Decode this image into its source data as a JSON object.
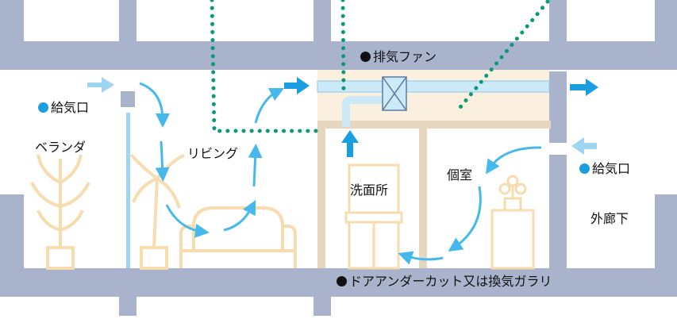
{
  "labels": {
    "exhaust_fan": "排気ファン",
    "supply_left": "給気口",
    "supply_right": "給気口",
    "veranda": "ベランダ",
    "living": "リビング",
    "washroom": "洗面所",
    "private_room": "個室",
    "outer_corridor": "外廊下",
    "door_undercut": "ドアアンダーカット又は換気ガラリ"
  },
  "colors": {
    "structure": "#a9b3cc",
    "airflow_arrow": "#45b9ec",
    "flow_arrow_dark": "#1a9ee0",
    "duct": "#cce9f7",
    "ceiling_space": "#fbf0df",
    "furniture_outline": "#f6dcae",
    "frame_beige": "#e6d6c0",
    "dotted_line": "#0a9a78",
    "marker_blue": "#1a9ee0",
    "marker_black": "#111111"
  },
  "icons": {
    "duct": "duct-icon",
    "fan": "exhaust-fan-icon",
    "sofa": "sofa-icon",
    "plant": "plant-icon",
    "vanity": "washstand-icon",
    "flower": "flower-vase-icon"
  }
}
